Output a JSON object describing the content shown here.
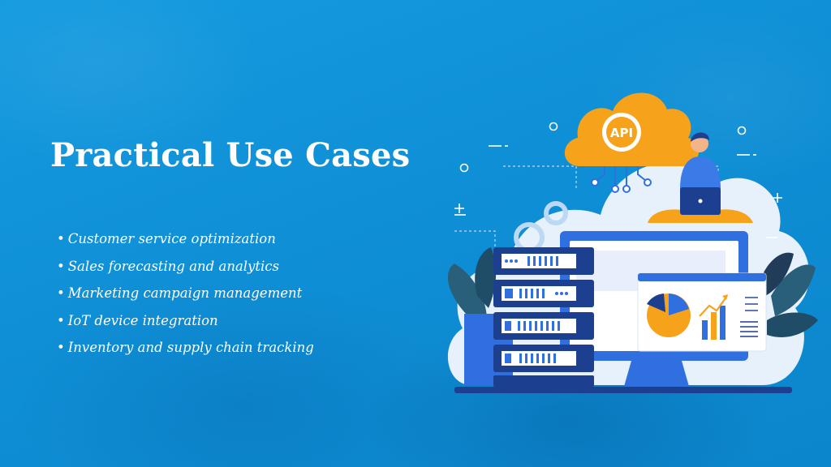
{
  "slide": {
    "title": "Practical Use Cases",
    "bullets": [
      "Customer service optimization",
      "Sales forecasting and analytics",
      "Marketing campaign management",
      "IoT device integration",
      "Inventory and supply chain tracking"
    ],
    "bullet_glyph": "•"
  },
  "illustration": {
    "cloud_label": "API",
    "colors": {
      "orange": "#f7a21b",
      "navy": "#1d3f8f",
      "blue": "#2f6fe0",
      "light": "#e9f2fb"
    }
  }
}
